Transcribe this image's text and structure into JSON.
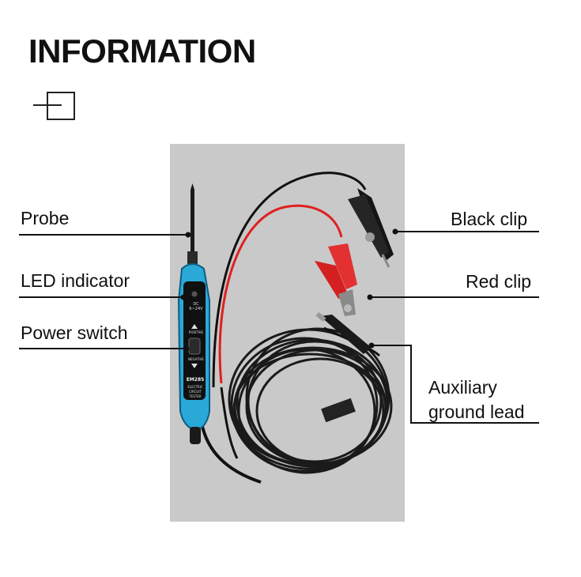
{
  "header": {
    "title": "INFORMATION"
  },
  "device": {
    "model": "EM285",
    "name_line1": "ELECTRIC",
    "name_line2": "CIRCUIT",
    "name_line3": "TESTER",
    "positive_label": "POSITIVE",
    "negative_label": "NEGATIVE",
    "dc_label": "DC",
    "range_label": "6~24V"
  },
  "callouts": {
    "probe": "Probe",
    "led_indicator": "LED indicator",
    "power_switch": "Power switch",
    "black_clip": "Black clip",
    "red_clip": "Red clip",
    "aux_line1": "Auxiliary",
    "aux_line2": "ground lead"
  },
  "colors": {
    "device_body": "#2aa8d8",
    "red_wire": "#e02020",
    "photo_bg": "#c9c9c9"
  }
}
